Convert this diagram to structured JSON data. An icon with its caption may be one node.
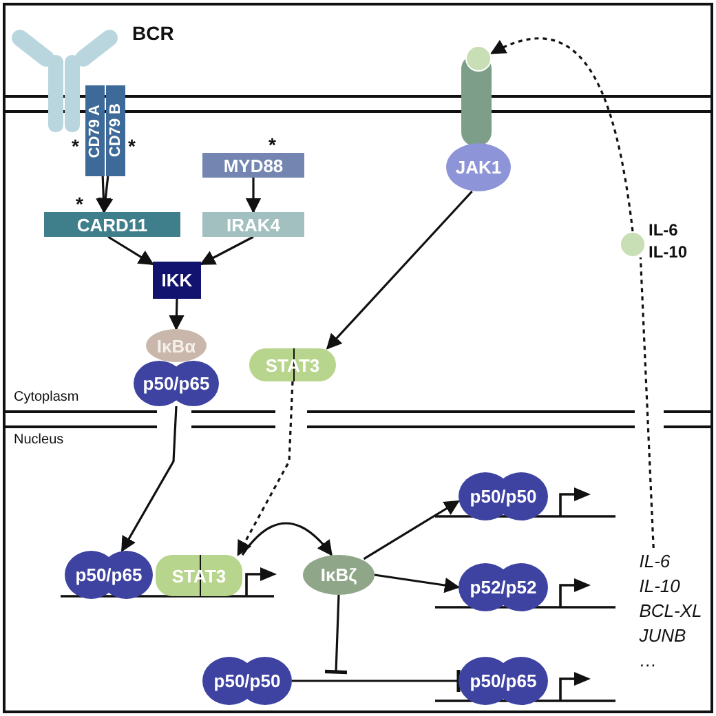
{
  "diagram": {
    "nodes": [
      {
        "text": [
          "CD79 A"
        ],
        "beside": [
          "*"
        ]
      },
      {
        "text": [
          "CD79 B"
        ],
        "beside": [
          "*"
        ]
      },
      {
        "text": [
          "MYD88"
        ],
        "beside": [
          "*"
        ]
      },
      {
        "text": [
          "CARD11"
        ],
        "beside": [
          "*"
        ]
      },
      {
        "text": [
          "IRAK4"
        ]
      },
      {
        "text": [
          "IKK"
        ]
      },
      {
        "text": [
          "IκBα"
        ]
      },
      {
        "text": [
          "p50/p65"
        ]
      },
      {
        "text": [
          "STAT3"
        ]
      },
      {
        "text": [],
        "shape": "circle"
      },
      {
        "text": [
          "JAK1"
        ]
      },
      {
        "text": [],
        "shape": "circle",
        "beside": [
          "IL-6 IL-10"
        ]
      },
      {
        "text": [
          "p50/p65"
        ]
      },
      {
        "text": [
          "STAT3"
        ]
      },
      {
        "text": [
          "IκBζ"
        ]
      },
      {
        "text": [
          "p50/p50"
        ]
      },
      {
        "text": [
          "p52/p52"
        ]
      },
      {
        "text": [
          "p50/p50"
        ]
      },
      {
        "text": [
          "p50/p65"
        ]
      },
      {
        "text": [
          "IL-6",
          "IL-10",
          "BCL-XL",
          "JUNB",
          "…"
        ]
      }
    ],
    "edges": [
      {
        "from": 0,
        "to": 3,
        "arrow": "to"
      },
      {
        "from": 1,
        "to": 3,
        "arrow": "to"
      },
      {
        "from": 2,
        "to": 4,
        "arrow": "to"
      },
      {
        "from": 3,
        "to": 5,
        "arrow": "to"
      },
      {
        "from": 4,
        "to": 5,
        "arrow": "to"
      },
      {
        "from": 5,
        "to": 6,
        "arrow": "to"
      },
      {
        "from": 10,
        "to": 8,
        "arrow": "to"
      },
      {
        "from": 7,
        "to": 12,
        "arrow": "to"
      },
      {
        "from": 8,
        "to": 13,
        "arrow": "to",
        "style": "dashed"
      },
      {
        "from": 13,
        "to": 14,
        "arrow": "to"
      },
      {
        "from": 14,
        "to": 15,
        "arrow": "to"
      },
      {
        "from": 14,
        "to": 16,
        "arrow": "to"
      },
      {
        "from": 14,
        "to": null,
        "arrow": "other"
      },
      {
        "from": 17,
        "to": 18,
        "arrow": "other"
      },
      {
        "from": 19,
        "to": 11,
        "arrow": "none",
        "style": "dashed"
      },
      {
        "from": 11,
        "to": 9,
        "arrow": "to",
        "style": "dashed"
      }
    ],
    "labels": [
      "BCR",
      "Cytoplasm",
      "Nucleus"
    ]
  }
}
